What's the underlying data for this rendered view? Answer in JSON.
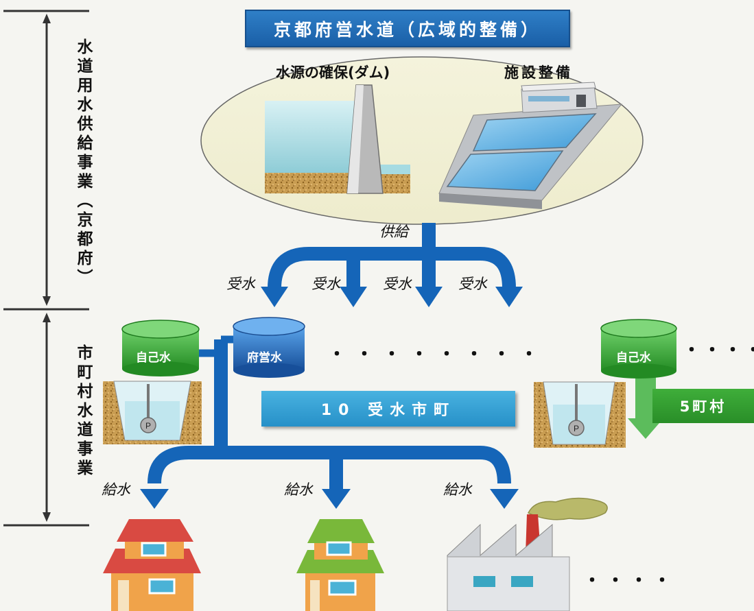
{
  "title": "京都府営水道（広域的整備）",
  "prefecture_section": {
    "vertical_label": "水道用水供給事業（京都府）",
    "water_source_label": "水源の確保(ダム)",
    "facility_label": "施設整備",
    "supply_label": "供給",
    "receive_labels": [
      "受水",
      "受水",
      "受水",
      "受水"
    ]
  },
  "municipal_section": {
    "vertical_label": "市町村水道事業",
    "own_water_label": "自己水",
    "prefectural_water_label": "府営水",
    "pump_label": "P",
    "cities_banner": "10 受水市町",
    "villages_banner": "5町村",
    "distribution_labels": [
      "給水",
      "給水",
      "給水"
    ],
    "dots_middle": "・・・・・・・・",
    "dots_right_top": "・・・・",
    "dots_bottom": "・・・・"
  },
  "colors": {
    "pipe_blue": "#1565b8",
    "banner_blue": "#1a66b0",
    "tank_green": "#3aa53a",
    "tank_blue": "#1f6fc0",
    "arrow_green": "#5cbc5c"
  }
}
